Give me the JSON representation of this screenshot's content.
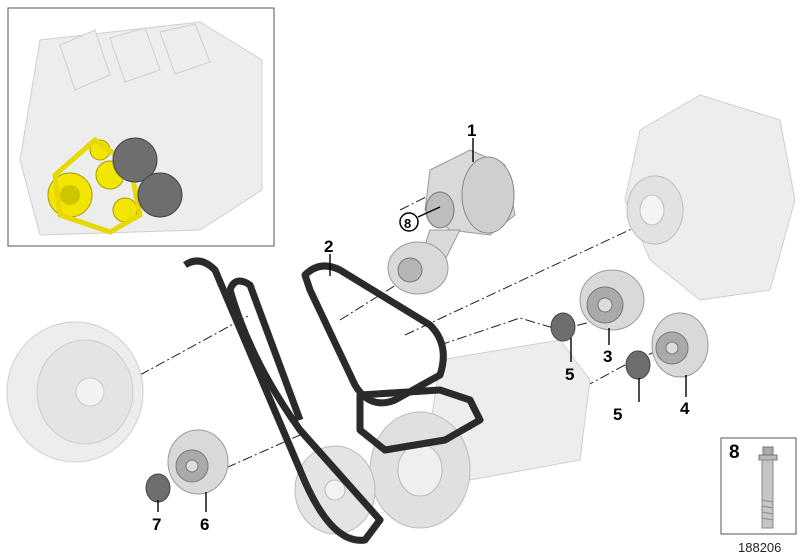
{
  "diagram": {
    "callouts": {
      "tensioner": "1",
      "belt": "2",
      "idler_pulley_upper": "3",
      "guide_pulley": "4",
      "cap_upper": "5",
      "cap_lower": "5",
      "idler_pulley_lower": "6",
      "cap_bottom": "7",
      "bolt_circled": "8"
    },
    "bolt_box_label": "8",
    "reference_number": "188206",
    "highlight_color": "#f2e600"
  }
}
